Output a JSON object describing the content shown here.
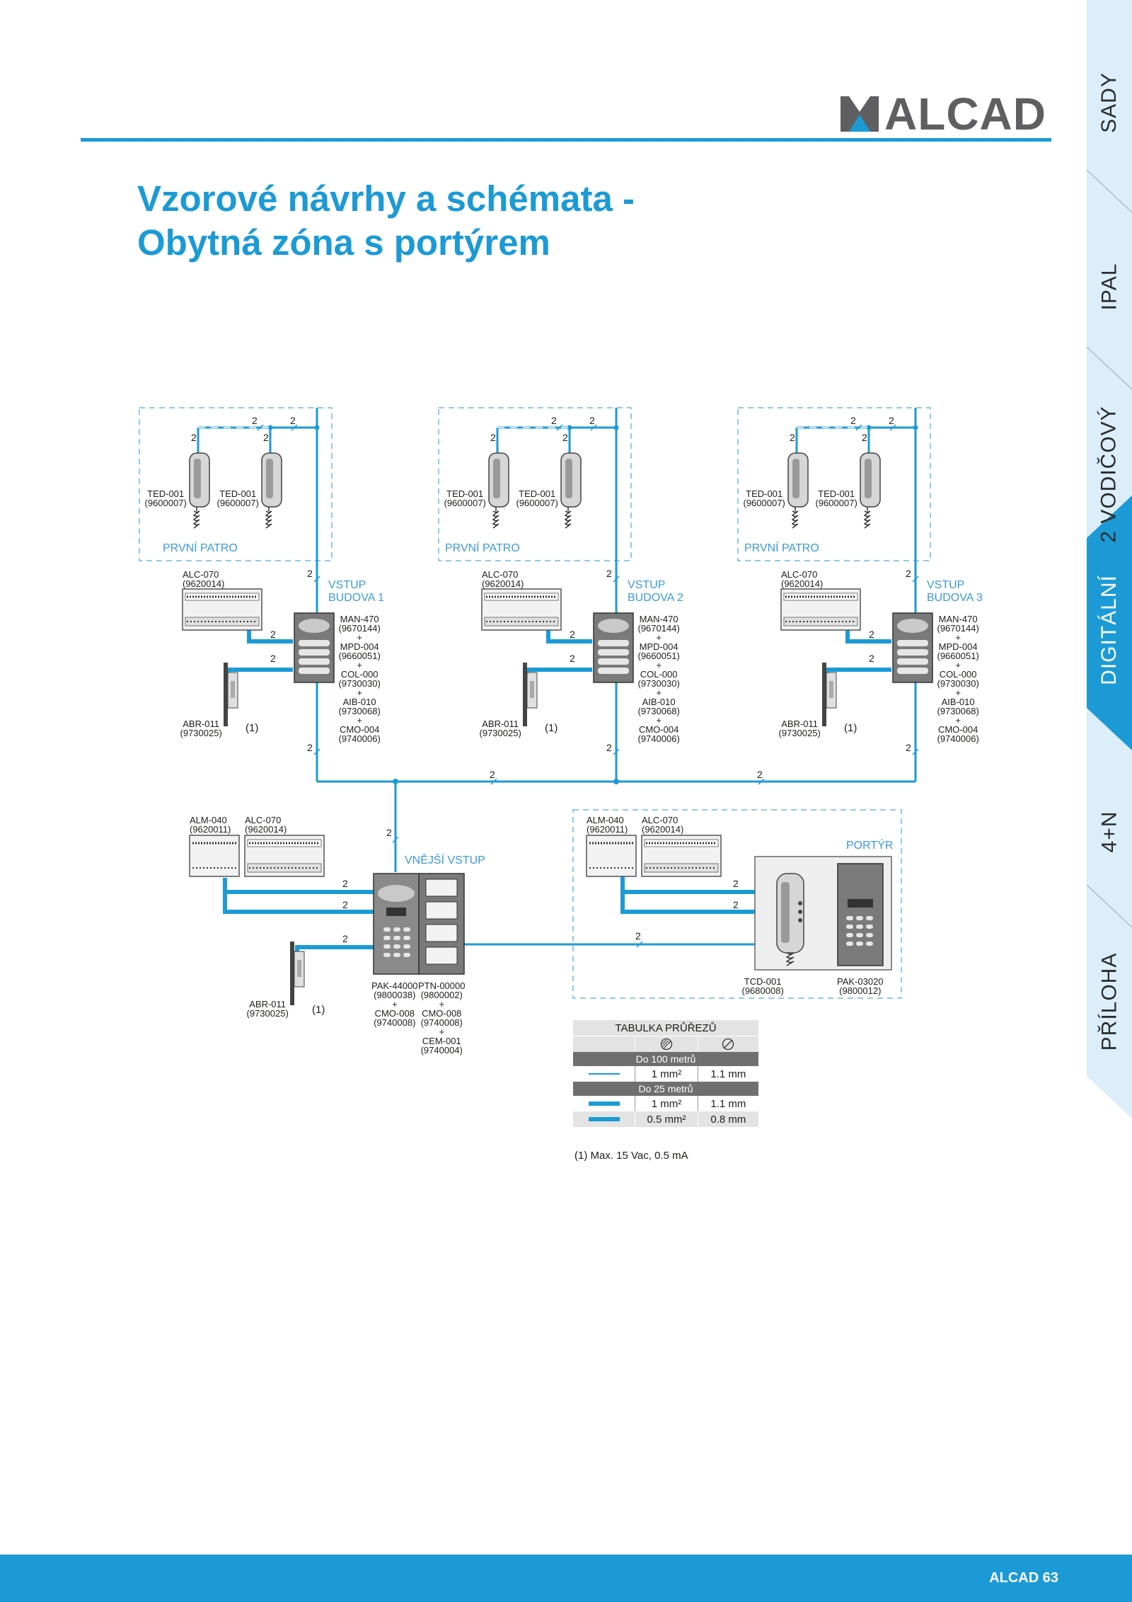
{
  "brand": {
    "logo_text": "ALCAD"
  },
  "title": {
    "line1": "Vzorové návrhy a schémata -",
    "line2": "Obytná zóna s portýrem"
  },
  "sidebar": {
    "tabs": [
      {
        "label": "SADY"
      },
      {
        "label": "IPAL"
      },
      {
        "label": "2 VODIČOVÝ"
      },
      {
        "label": "DIGITÁLNÍ",
        "active": true
      },
      {
        "label": "4+N"
      },
      {
        "label": "PŘÍLOHA"
      }
    ],
    "active_color": "#1b9ad6",
    "inactive_color": "#dbeef9"
  },
  "diagram": {
    "floor_label": "PRVNÍ PATRO",
    "wire_count": "2",
    "handset": {
      "model": "TED-001",
      "code": "(9600007)"
    },
    "power_supply": {
      "model": "ALC-070",
      "code": "(9620014)"
    },
    "lock": {
      "model": "ABR-011",
      "code": "(9730025)",
      "note": "(1)"
    },
    "buildings": [
      {
        "entry": "VSTUP",
        "name": "BUDOVA 1"
      },
      {
        "entry": "VSTUP",
        "name": "BUDOVA 2"
      },
      {
        "entry": "VSTUP",
        "name": "BUDOVA 3"
      }
    ],
    "panel_parts": [
      {
        "model": "MAN-470",
        "code": "(9670144)"
      },
      {
        "model": "MPD-004",
        "code": "(9660051)"
      },
      {
        "model": "COL-000",
        "code": "(9730030)"
      },
      {
        "model": "AIB-010",
        "code": "(9730068)"
      },
      {
        "model": "CMO-004",
        "code": "(9740006)"
      }
    ],
    "plus": "+",
    "outer_entry": {
      "label": "VNĚJŠÍ VSTUP",
      "alm": {
        "model": "ALM-040",
        "code": "(9620011)"
      },
      "alc": {
        "model": "ALC-070",
        "code": "(9620014)"
      },
      "pak": {
        "model": "PAK-44000",
        "code": "(9800038)"
      },
      "pak_cmo": {
        "model": "CMO-008",
        "code": "(9740008)"
      },
      "ptn": {
        "model": "PTN-00000",
        "code": "(9800002)"
      },
      "ptn_cmo": {
        "model": "CMO-008",
        "code": "(9740008)"
      },
      "cem": {
        "model": "CEM-001",
        "code": "(9740004)"
      }
    },
    "porter": {
      "label": "PORTÝR",
      "alm": {
        "model": "ALM-040",
        "code": "(9620011)"
      },
      "alc": {
        "model": "ALC-070",
        "code": "(9620014)"
      },
      "tcd": {
        "model": "TCD-001",
        "code": "(9680008)"
      },
      "pak": {
        "model": "PAK-03020",
        "code": "(9800012)"
      }
    }
  },
  "table": {
    "title": "TABULKA PRŮŘEZŮ",
    "section1": "Do 100 metrů",
    "section2": "Do 25 metrů",
    "rows100": [
      {
        "a": "1 mm²",
        "b": "1.1 mm"
      }
    ],
    "rows25": [
      {
        "a": "1 mm²",
        "b": "1.1 mm"
      },
      {
        "a": "0.5 mm²",
        "b": "0.8 mm"
      }
    ]
  },
  "footnote": "(1) Max. 15 Vac, 0.5 mA",
  "footer": {
    "text": "ALCAD  63"
  }
}
